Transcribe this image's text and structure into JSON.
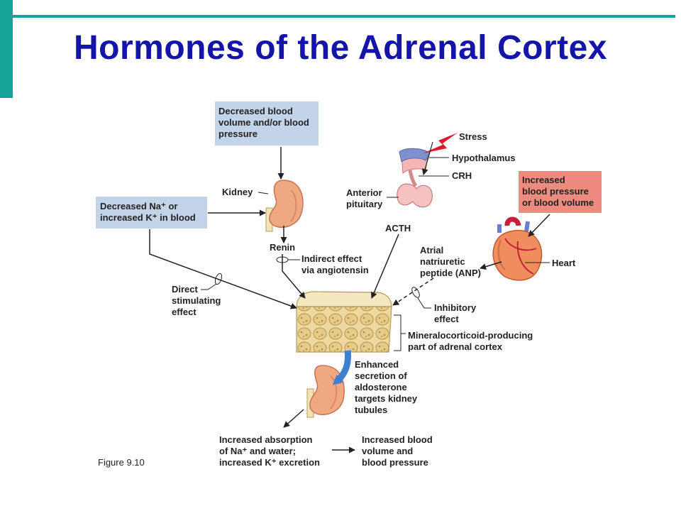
{
  "slide": {
    "title": "Hormones of the Adrenal Cortex",
    "caption": "Figure 9.10",
    "colors": {
      "accent": "#16a39a",
      "title": "#1414a8",
      "blue_box": "#c3d4e8",
      "red_box": "#ef8b7e"
    }
  },
  "diagram": {
    "box_decreased_blood": [
      "Decreased blood",
      "volume and/or blood",
      "pressure"
    ],
    "box_decreased_na": [
      "Decreased Na⁺ or",
      "increased K⁺ in blood"
    ],
    "box_increased_bp": [
      "Increased",
      "blood pressure",
      "or blood volume"
    ],
    "kidney": "Kidney",
    "renin": "Renin",
    "indirect_effect": [
      "Indirect effect",
      "via angiotensin"
    ],
    "direct_effect": [
      "Direct",
      "stimulating",
      "effect"
    ],
    "stress": "Stress",
    "hypothalamus": "Hypothalamus",
    "crh": "CRH",
    "anterior_pituitary": [
      "Anterior",
      "pituitary"
    ],
    "acth": "ACTH",
    "anp": [
      "Atrial",
      "natriuretic",
      "peptide (ANP)"
    ],
    "heart": "Heart",
    "inhibitory": [
      "Inhibitory",
      "effect"
    ],
    "mineralocorticoid": [
      "Mineralocorticoid-producing",
      "part of adrenal cortex"
    ],
    "enhanced_secretion": [
      "Enhanced",
      "secretion of",
      "aldosterone",
      "targets kidney",
      "tubules"
    ],
    "increased_absorption": [
      "Increased absorption",
      "of Na⁺ and water;",
      "increased K⁺ excretion"
    ],
    "increased_volume": [
      "Increased blood",
      "volume and",
      "blood pressure"
    ]
  }
}
